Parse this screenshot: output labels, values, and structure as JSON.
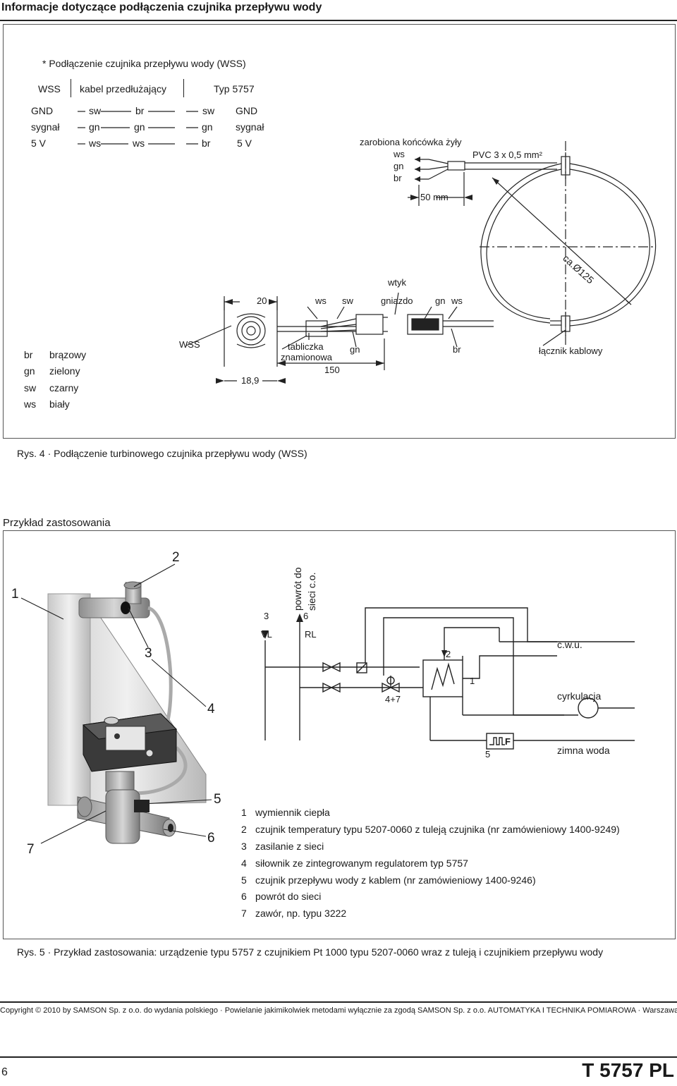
{
  "header": {
    "title": "Informacje dotyczące podłączenia czujnika przepływu wody"
  },
  "fig4": {
    "subtitle": "* Podłączenie czujnika przepływu wody (WSS)",
    "table_headers": [
      "WSS",
      "kabel przedłużający",
      "Typ 5757"
    ],
    "rows": [
      {
        "wss": "GND",
        "k1": "sw",
        "k2": "br",
        "typ1": "sw",
        "typ2": "GND"
      },
      {
        "wss": "sygnał",
        "k1": "gn",
        "k2": "gn",
        "typ1": "gn",
        "typ2": "sygnał"
      },
      {
        "wss": "5 V",
        "k1": "ws",
        "k2": "ws",
        "typ1": "br",
        "typ2": "5 V"
      }
    ],
    "labels": {
      "end_title": "zarobiona końcówka żyły",
      "end_ws": "ws",
      "end_gn": "gn",
      "end_br": "br",
      "pvc": "PVC 3 x 0,5 mm²",
      "dim50": "50 mm",
      "dia": "ca.Ø125",
      "wtyk": "wtyk",
      "gniazdo": "gniazdo",
      "dim20": "20",
      "ws_a": "ws",
      "sw_a": "sw",
      "gn_b": "gn",
      "ws_b": "ws",
      "wss": "WSS",
      "tab1": "tabliczka",
      "tab2": "znamionowa",
      "gn_c": "gn",
      "br_c": "br",
      "lacznik": "łącznik kablowy",
      "dim150": "150",
      "dim189": "18,9"
    },
    "color_legend": [
      {
        "code": "br",
        "name": "brązowy"
      },
      {
        "code": "gn",
        "name": "zielony"
      },
      {
        "code": "sw",
        "name": "czarny"
      },
      {
        "code": "ws",
        "name": "biały"
      }
    ],
    "caption": "Rys. 4 · Podłączenie turbinowego czujnika przepływu wody (WSS)"
  },
  "fig5": {
    "section_title": "Przykład zastosowania",
    "photo_callouts": [
      "1",
      "2",
      "3",
      "4",
      "5",
      "6",
      "7"
    ],
    "schema": {
      "n3": "3",
      "powrot1": "powrót do",
      "powrot2": "sieci c.o.",
      "n6": "6",
      "vl": "VL",
      "rl": "RL",
      "n2": "2",
      "n1": "1",
      "n47": "4+7",
      "n5": "5",
      "cwu": "c.w.u.",
      "cyrk": "cyrkulacja",
      "zimna": "zimna woda",
      "f": "F"
    },
    "legend": [
      {
        "n": "1",
        "text": "wymiennik ciepła"
      },
      {
        "n": "2",
        "text": "czujnik temperatury typu 5207-0060 z tuleją czujnika (nr zamówieniowy 1400-9249)"
      },
      {
        "n": "3",
        "text": "zasilanie z sieci"
      },
      {
        "n": "4",
        "text": "siłownik ze zintegrowanym regulatorem typ 5757"
      },
      {
        "n": "5",
        "text": "czujnik przepływu wody z kablem (nr zamówieniowy 1400-9246)"
      },
      {
        "n": "6",
        "text": "powrót do sieci"
      },
      {
        "n": "7",
        "text": "zawór, np. typu 3222"
      }
    ],
    "caption": "Rys. 5 · Przykład zastosowania: urządzenie typu 5757 z czujnikiem Pt 1000 typu 5207-0060 wraz z tuleją i czujnikiem przepływu wody"
  },
  "footer": {
    "copyright": "Copyright © 2010 by SAMSON Sp. z o.o. do wydania polskiego · Powielanie jakimikolwiek metodami wyłącznie za zgodą SAMSON Sp. z o.o. AUTOMATYKA I TECHNIKA POMIAROWA · Warszawa",
    "page": "6",
    "doc": "T 5757 PL"
  }
}
